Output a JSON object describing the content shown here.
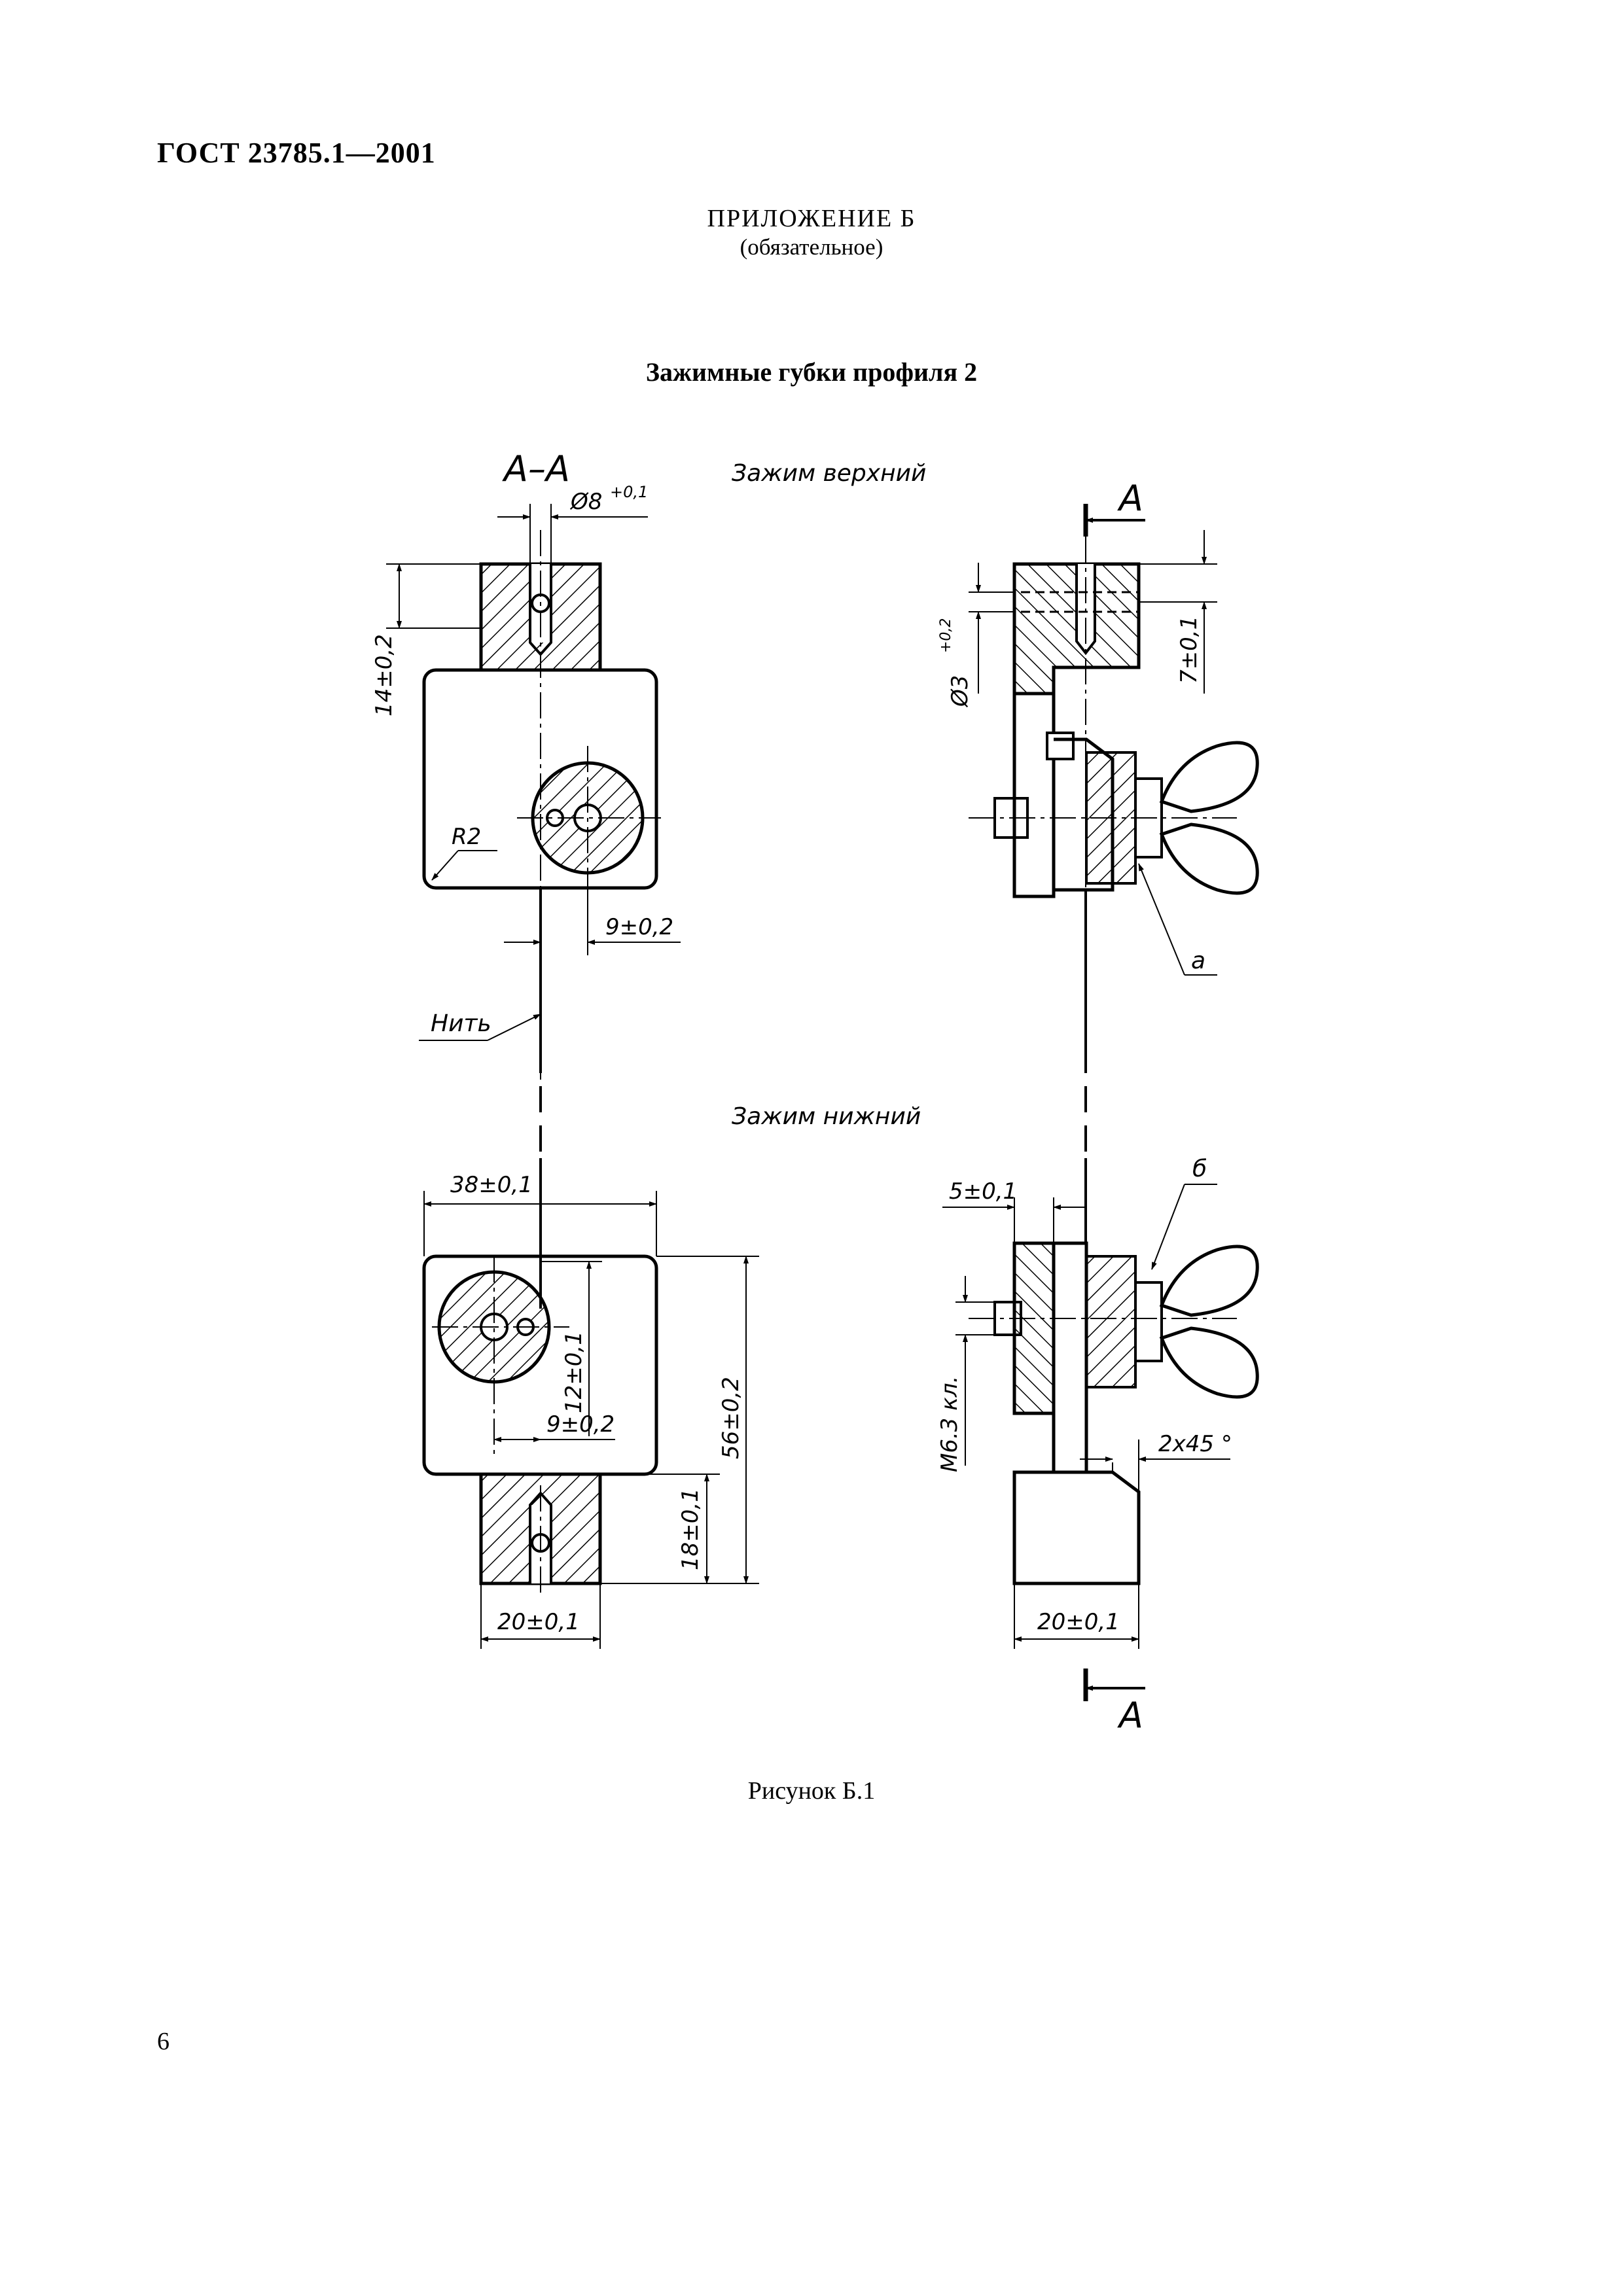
{
  "header": {
    "doc_id": "ГОСТ 23785.1—2001"
  },
  "appendix": {
    "title": "ПРИЛОЖЕНИЕ Б",
    "status": "(обязательное)"
  },
  "figure": {
    "title": "Зажимные губки профиля 2",
    "caption": "Рисунок Б.1",
    "labels": {
      "section": "А–А",
      "upper_clamp": "Зажим верхний",
      "lower_clamp": "Зажим нижний",
      "thread": "Нить",
      "section_mark": "А",
      "leader_a": "а",
      "leader_b": "б"
    },
    "dims": {
      "hole_dia": "Ø8",
      "hole_tol": "+0,1",
      "upper_height": "14±0,2",
      "radius": "R2",
      "offset_upper": "9±0,2",
      "width": "38±0,1",
      "offset_12": "12±0,1",
      "offset_lower": "9±0,2",
      "height": "56±0,2",
      "tab_height": "18±0,1",
      "tab_width_left": "20±0,1",
      "pin_dia": "Ø3",
      "pin_tol": "+0,2",
      "pin_offset": "7±0,1",
      "plate": "5±0,1",
      "thread_spec": "М6.3 кл.",
      "chamfer": "2x45 °",
      "tab_width_right": "20±0,1"
    }
  },
  "footer": {
    "page_number": "6"
  }
}
